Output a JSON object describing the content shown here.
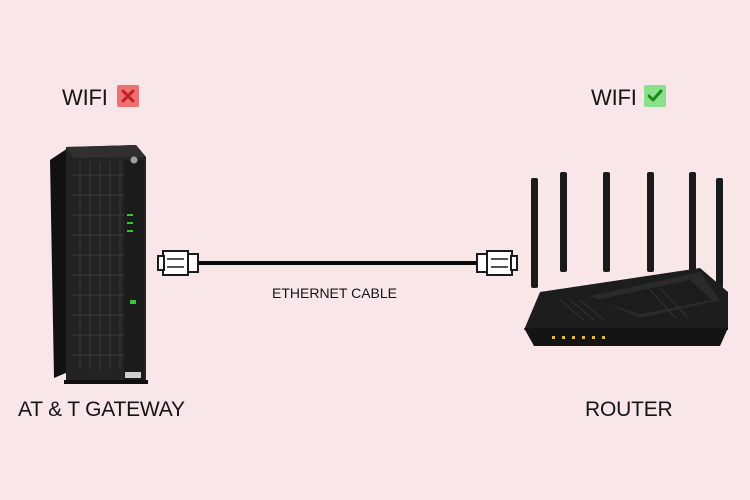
{
  "gateway": {
    "wifi_label": "WIFI",
    "wifi_status_icon": "cross-icon",
    "name": "AT & T GATEWAY"
  },
  "router": {
    "wifi_label": "WIFI",
    "wifi_status_icon": "checkmark-icon",
    "name": "ROUTER"
  },
  "cable": {
    "label": "ETHERNET CABLE"
  },
  "colors": {
    "background": "#f9e6e8",
    "cross_badge": "#ee7171",
    "check_badge": "#8be08b",
    "device_body": "#1e1e1e"
  }
}
